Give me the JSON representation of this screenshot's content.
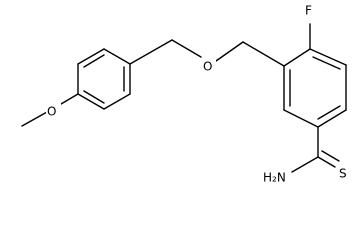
{
  "molecule": {
    "atom_labels": {
      "fluorine": "F",
      "ether_oxygen": "O",
      "methoxy_oxygen": "O",
      "sulfur": "S",
      "amine": "H₂N"
    }
  }
}
